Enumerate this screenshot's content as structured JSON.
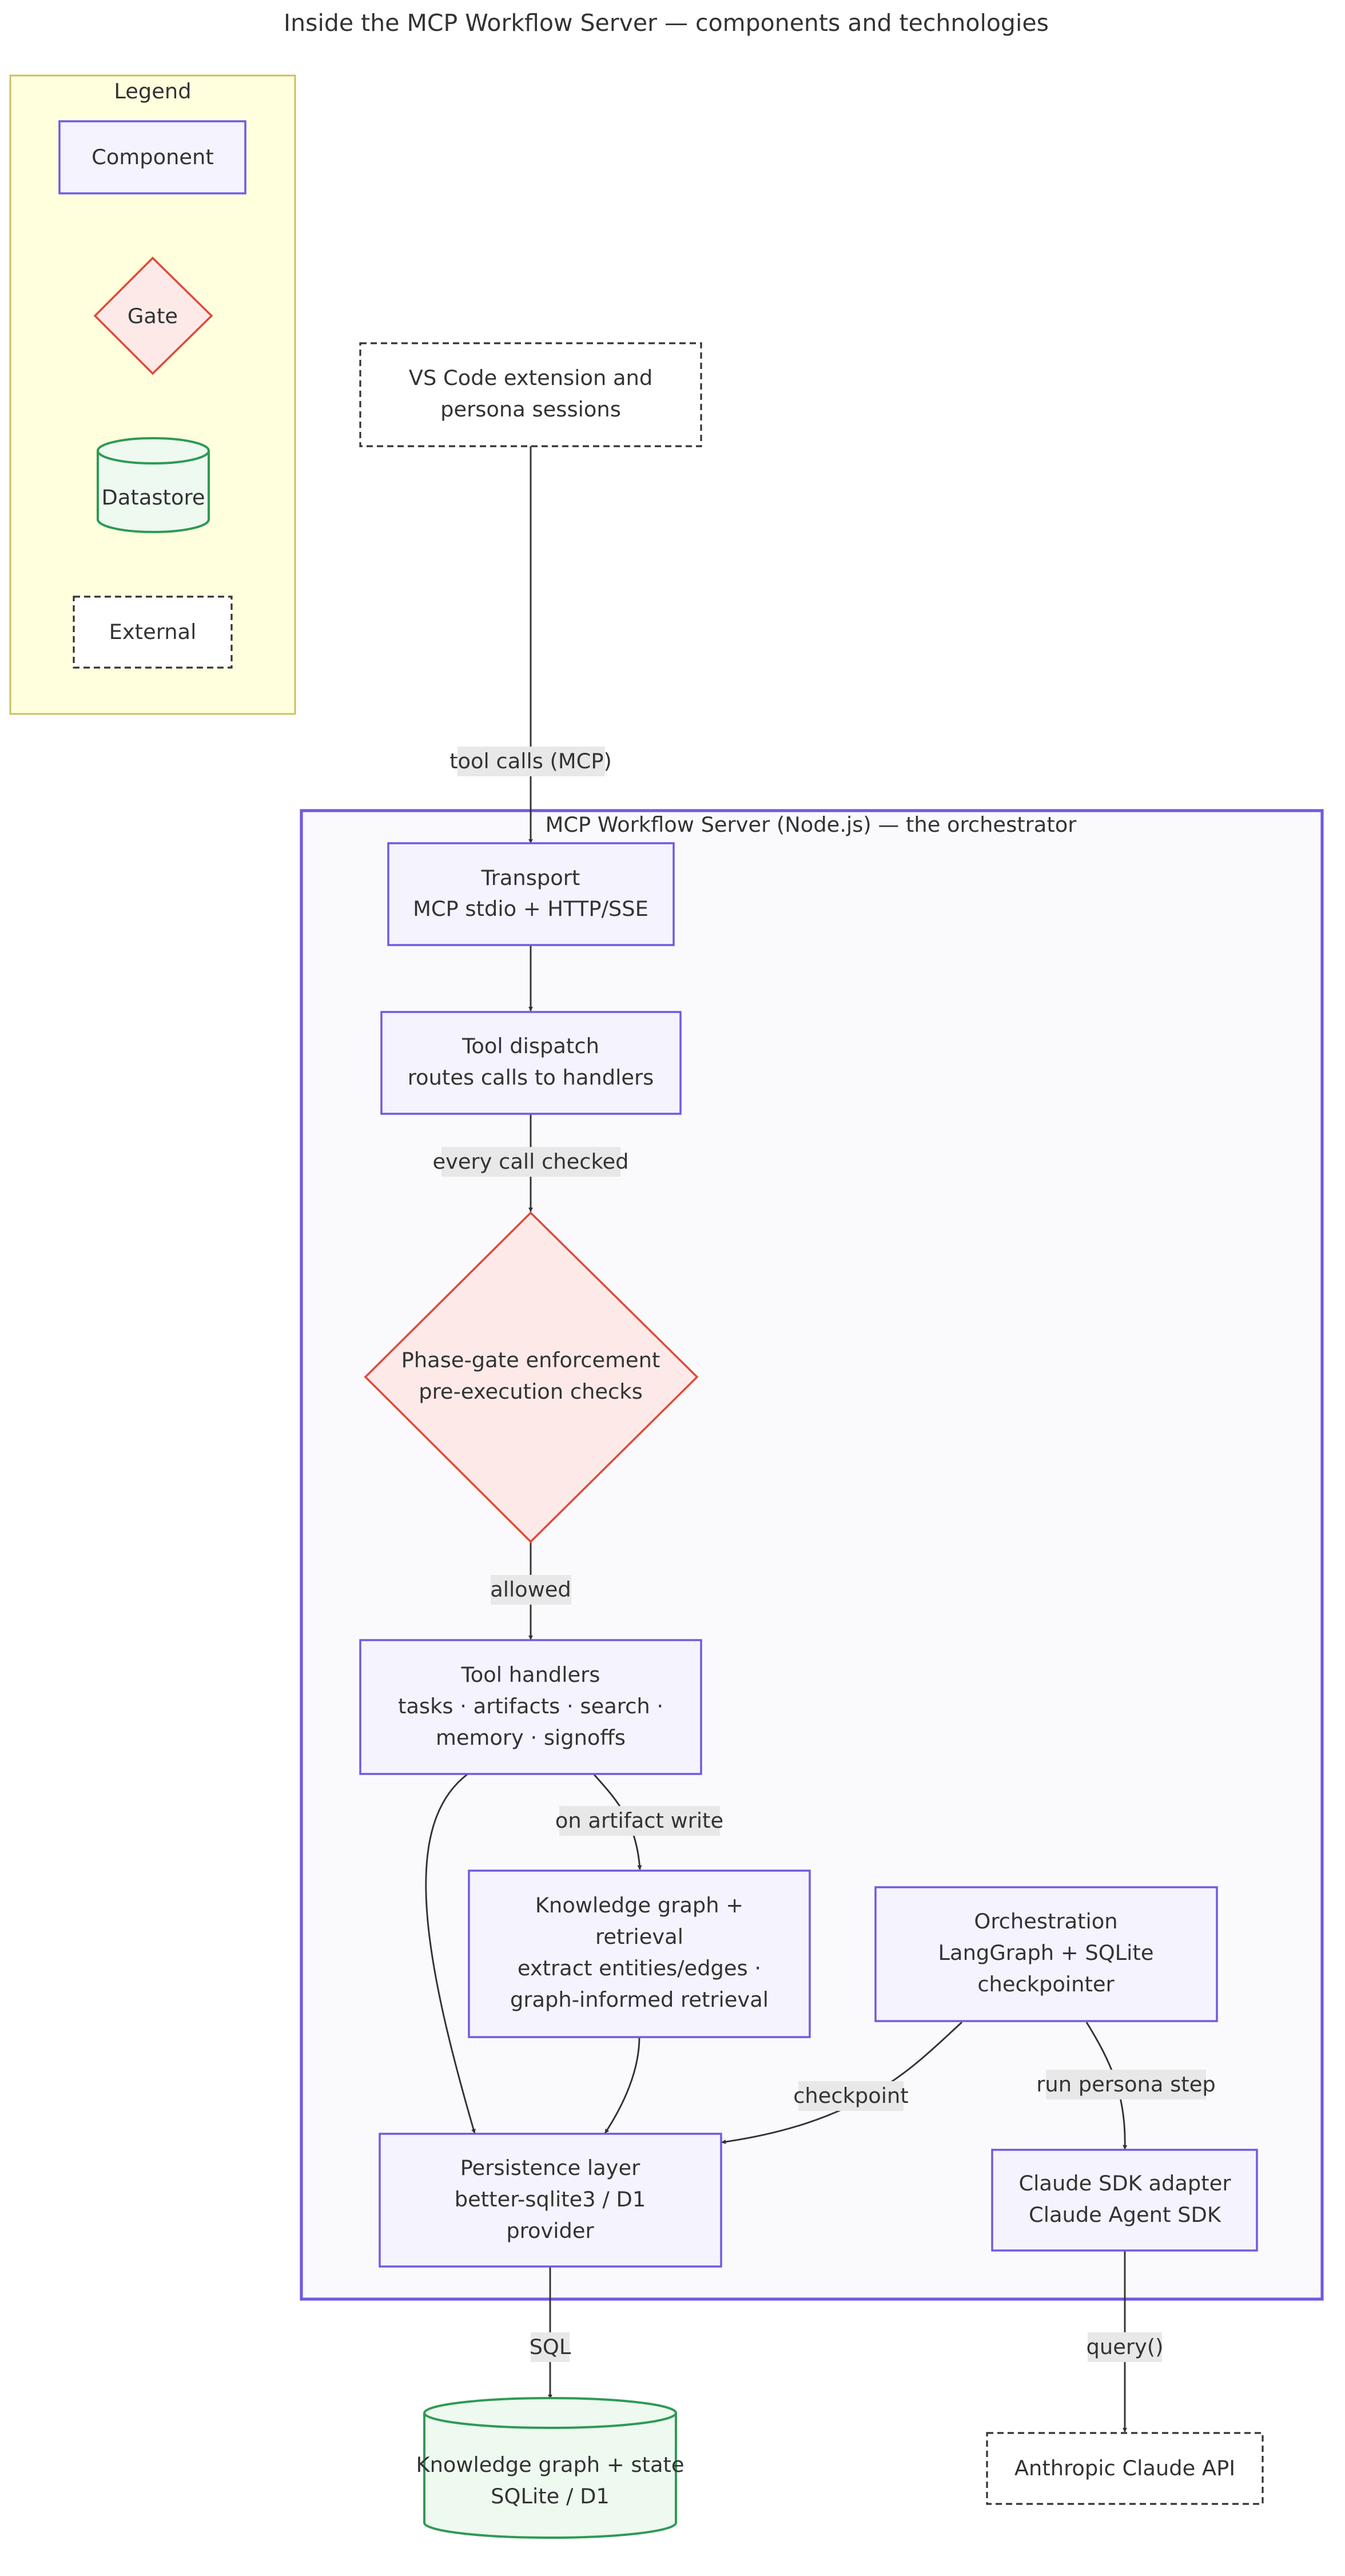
{
  "title": "Inside the MCP Workflow Server — components and technologies",
  "legend": {
    "label": "Legend",
    "component": "Component",
    "gate": "Gate",
    "datastore": "Datastore",
    "external": "External"
  },
  "nodes": {
    "vscode": [
      "VS Code extension and",
      "persona sessions"
    ],
    "server_label": "MCP Workflow Server (Node.js) — the orchestrator",
    "transport": [
      "Transport",
      "MCP stdio + HTTP/SSE"
    ],
    "dispatch": [
      "Tool dispatch",
      "routes calls to handlers"
    ],
    "gate": [
      "Phase-gate enforcement",
      "pre-execution checks"
    ],
    "handlers": [
      "Tool handlers",
      "tasks · artifacts · search ·",
      "memory · signoffs"
    ],
    "kg": [
      "Knowledge graph +",
      "retrieval",
      "extract entities/edges ·",
      "graph-informed retrieval"
    ],
    "orchestration": [
      "Orchestration",
      "LangGraph + SQLite",
      "checkpointer"
    ],
    "persistence": [
      "Persistence layer",
      "better-sqlite3 / D1",
      "provider"
    ],
    "sdk": [
      "Claude SDK adapter",
      "Claude Agent SDK"
    ],
    "store": [
      "Knowledge graph + state",
      "SQLite / D1"
    ],
    "api": "Anthropic Claude API"
  },
  "edges": {
    "tool_calls": "tool calls (MCP)",
    "every_call": "every call checked",
    "allowed": "allowed",
    "artifact_write": "on artifact write",
    "checkpoint": "checkpoint",
    "persona_step": "run persona step",
    "sql": "SQL",
    "query": "query()"
  },
  "colors": {
    "component_fill": "#f4f3fe",
    "component_stroke": "#6f5ae0",
    "gate_fill": "#fdeae8",
    "gate_stroke": "#e04a3a",
    "datastore_fill": "#eef9f0",
    "datastore_stroke": "#2f9a55",
    "legend_fill": "#ffffde",
    "edge": "#333333"
  }
}
